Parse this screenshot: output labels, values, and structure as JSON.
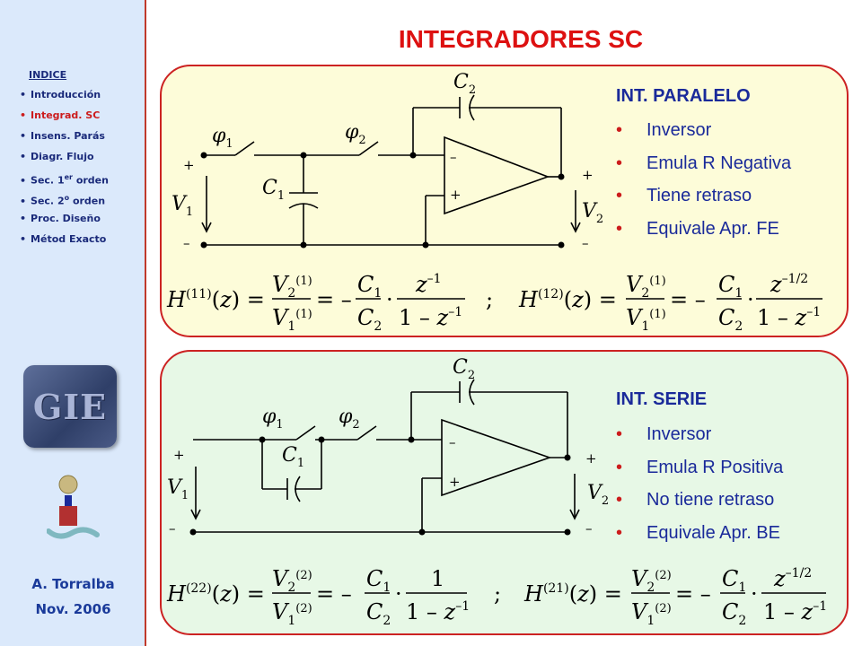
{
  "sidebar": {
    "index_title": "INDICE",
    "items": [
      {
        "label": "Introducción",
        "active": false
      },
      {
        "label": "Integrad. SC",
        "active": true
      },
      {
        "label": "Insens. Parás",
        "active": false
      },
      {
        "label": "Diagr. Flujo",
        "active": false
      },
      {
        "label": "Sec. 1er orden",
        "active": false
      },
      {
        "label": "Sec. 2º orden",
        "active": false
      },
      {
        "label": "Proc. Diseño",
        "active": false
      },
      {
        "label": "Métod Exacto",
        "active": false
      }
    ],
    "logo_text": "GIE",
    "author": "A. Torralba",
    "date": "Nov. 2006"
  },
  "title": "INTEGRADORES SC",
  "paralelo": {
    "heading": "INT. PARALELO",
    "bullets": [
      "Inversor",
      "Emula R Negativa",
      "Tiene retraso",
      "Equivale Apr. FE"
    ]
  },
  "serie": {
    "heading": "INT. SERIE",
    "bullets": [
      "Inversor",
      "Emula R Positiva",
      "No tiene retraso",
      "Equivale Apr. BE"
    ]
  },
  "colors": {
    "title_red": "#dd1111",
    "text_blue": "#1a2a9a",
    "border_red": "#cc2222",
    "panel_yellow": "#fdfcd9",
    "panel_green": "#e7f8e6",
    "sidebar_blue": "#dbe9fb"
  }
}
